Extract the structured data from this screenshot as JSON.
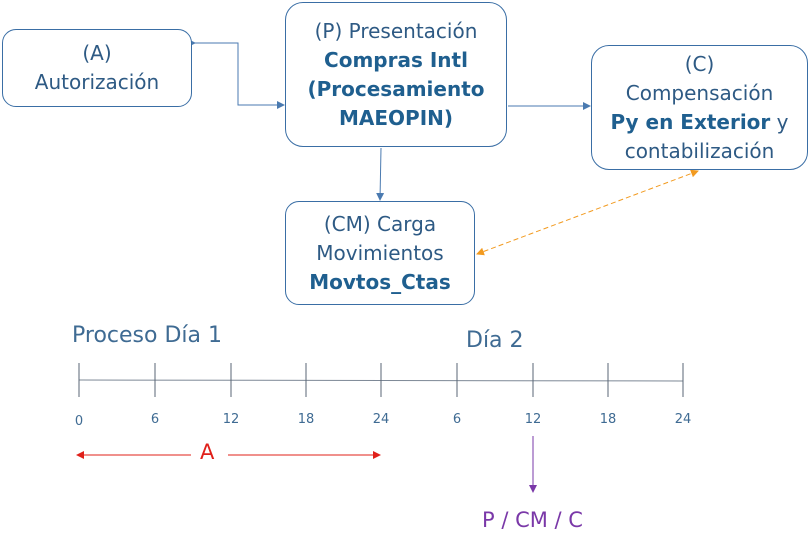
{
  "boxes": {
    "a": {
      "line1": "(A)",
      "line2": "Autorización"
    },
    "p": {
      "line1": "(P) Presentación",
      "bold1": "Compras Intl",
      "bold2": "(Procesamiento",
      "bold3": "MAEOPIN)"
    },
    "c": {
      "line1": "(C)",
      "line2": "Compensación",
      "bold": "Py en Exterior",
      "tail": " y",
      "line4": "contabilización"
    },
    "cm": {
      "line1": "(CM) Carga",
      "line2": "Movimientos",
      "bold": "Movtos_Ctas"
    }
  },
  "timeline": {
    "day1_label": "Proceso Día 1",
    "day2_label": "Día 2",
    "ticks": [
      "0",
      "6",
      "12",
      "18",
      "24",
      "6",
      "12",
      "18",
      "24"
    ],
    "range_label": "A",
    "event_label": "P / CM / C"
  },
  "colors": {
    "box_border": "#3a6ea5",
    "text": "#2e5a84",
    "bold_text": "#1f5f8f",
    "timeline": "#6f7f93",
    "range": "#e0201a",
    "event": "#7a38a8",
    "dashed": "#f29a1f"
  }
}
